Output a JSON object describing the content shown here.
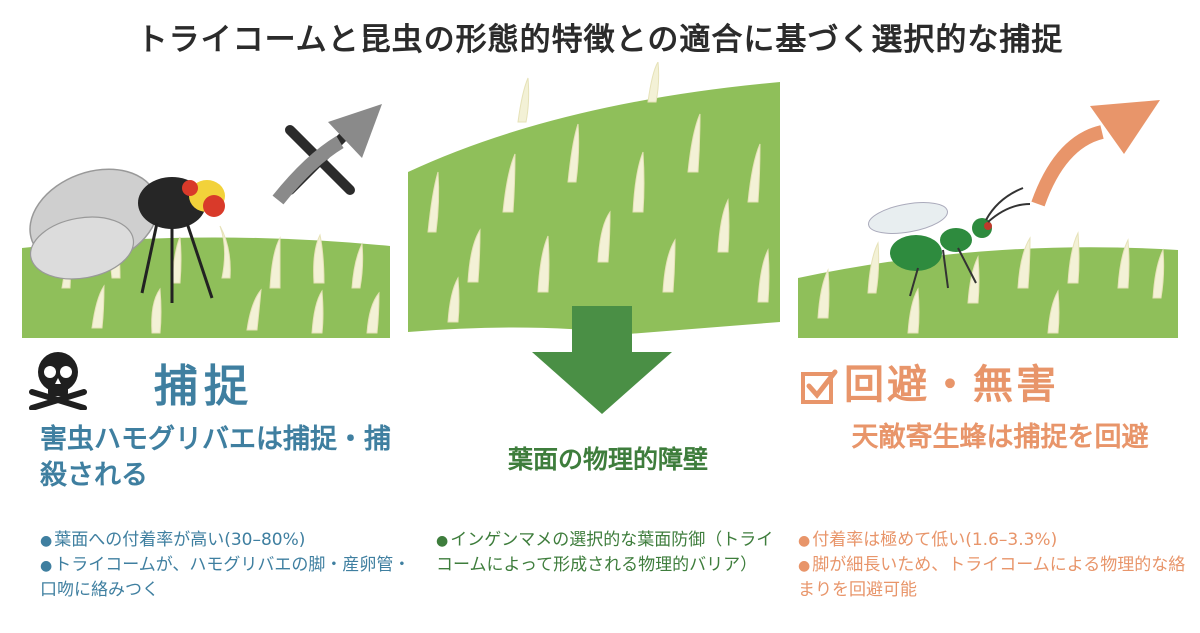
{
  "title": "トライコームと昆虫の形態的特徴との適合に基づく選択的な捕捉",
  "left": {
    "heading": "捕捉",
    "subtitle": "害虫ハモグリバエは捕捉・捕殺される",
    "bullets": [
      "葉面への付着率が高い(30–80%)",
      "トライコームが、ハモグリバエの脚・産卵管・口吻に絡みつく"
    ],
    "icons": [
      "skull-crossbones-icon",
      "x-mark-icon",
      "curved-arrow-icon"
    ]
  },
  "center": {
    "heading": "葉面の物理的障壁",
    "bullets": [
      "インゲンマメの選択的な葉面防御（トライコームによって形成される物理的バリア）"
    ],
    "icons": [
      "down-arrow-icon"
    ]
  },
  "right": {
    "heading": "回避・無害",
    "subtitle": "天敵寄生蜂は捕捉を回避",
    "bullets": [
      "付着率は極めて低い(1.6–3.3%)",
      "脚が細長いため、トライコームによる物理的な絡まりを回避可能"
    ],
    "icons": [
      "checkbox-icon",
      "curved-arrow-icon"
    ]
  },
  "colors": {
    "leaf": "#8fbf5a",
    "leaf_dark": "#7aad49",
    "trichome": "#f3f1d6",
    "left_text": "#3f7fa0",
    "center_text": "#3e7d3c",
    "right_text": "#e8956a",
    "arrow_gray": "#8a8a8a",
    "arrow_orange": "#e8956a",
    "arrow_green": "#4a8f45"
  }
}
